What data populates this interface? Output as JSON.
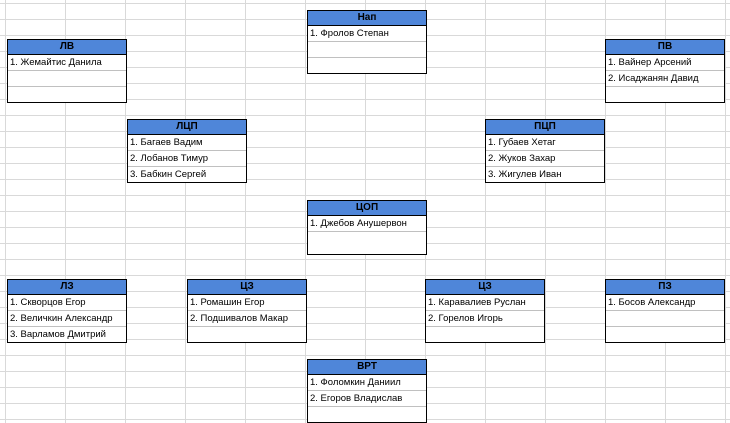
{
  "positions": {
    "nap": {
      "title": "Нап",
      "players": [
        "1. Фролов Степан",
        "",
        ""
      ]
    },
    "lv": {
      "title": "ЛВ",
      "players": [
        "1. Жемайтис Данила",
        "",
        ""
      ]
    },
    "pv": {
      "title": "ПВ",
      "players": [
        "1. Вайнер Арсений",
        "2. Исаджанян Давид",
        ""
      ]
    },
    "lcp": {
      "title": "ЛЦП",
      "players": [
        "1.  Багаев Вадим",
        "2. Лобанов Тимур",
        "3. Бабкин Сергей"
      ]
    },
    "pcp": {
      "title": "ПЦП",
      "players": [
        "1.  Губаев Хетаг",
        "2.  Жуков Захар",
        "3. Жигулев Иван"
      ]
    },
    "cop": {
      "title": "ЦОП",
      "players": [
        "1. Джебов Анушервон",
        ""
      ]
    },
    "lz": {
      "title": "ЛЗ",
      "players": [
        "1. Скворцов Егор",
        "2. Величкин Александр",
        "3. Варламов Дмитрий"
      ]
    },
    "cz1": {
      "title": "ЦЗ",
      "players": [
        "1. Ромашин Егор",
        "2. Подшивалов Макар",
        ""
      ]
    },
    "cz2": {
      "title": "ЦЗ",
      "players": [
        "1. Каравалиев Руслан",
        "2. Горелов Игорь",
        ""
      ]
    },
    "pz": {
      "title": "ПЗ",
      "players": [
        "1. Босов Александр",
        "",
        ""
      ]
    },
    "vrt": {
      "title": "ВРТ",
      "players": [
        "1. Фоломкин Даниил",
        "2. Егоров Владислав",
        ""
      ]
    }
  }
}
